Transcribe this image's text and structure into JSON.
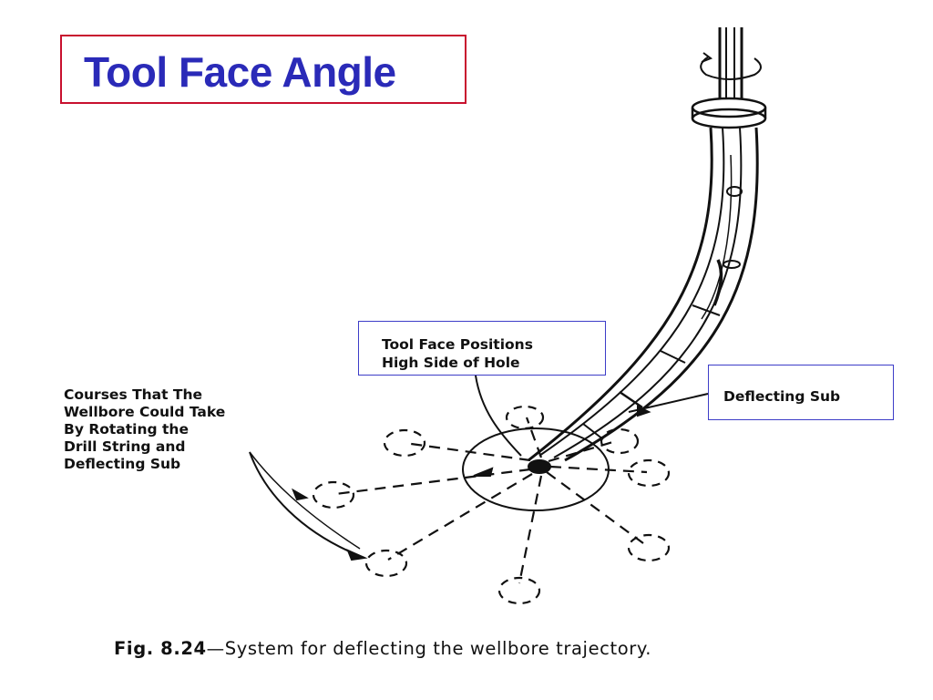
{
  "title": "Tool Face Angle",
  "callouts": {
    "tool_face": [
      "Tool Face Positions",
      "High Side of Hole"
    ],
    "deflecting_sub": "Deflecting Sub"
  },
  "courses_label": [
    "Courses That The",
    "Wellbore Could Take",
    "By Rotating the",
    "Drill String and",
    "Deflecting Sub"
  ],
  "caption": {
    "fig_number": "Fig. 8.24",
    "text": "—System for deflecting the wellbore trajectory."
  },
  "colors": {
    "title_text": "#2a2ab8",
    "title_border": "#c8102e",
    "callout_border": "#3d3dc8",
    "line": "#111111"
  }
}
